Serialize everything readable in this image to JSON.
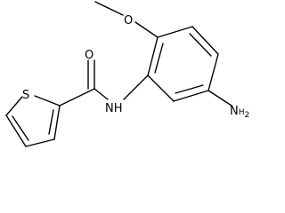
{
  "molecule": {
    "atoms": {
      "oxygen_methoxy": "O",
      "oxygen_carbonyl": "O",
      "sulfur": "S",
      "amide_nh": "NH",
      "amine_n": "N",
      "amine_h_sub": "H",
      "amine_h_count": "2"
    }
  }
}
